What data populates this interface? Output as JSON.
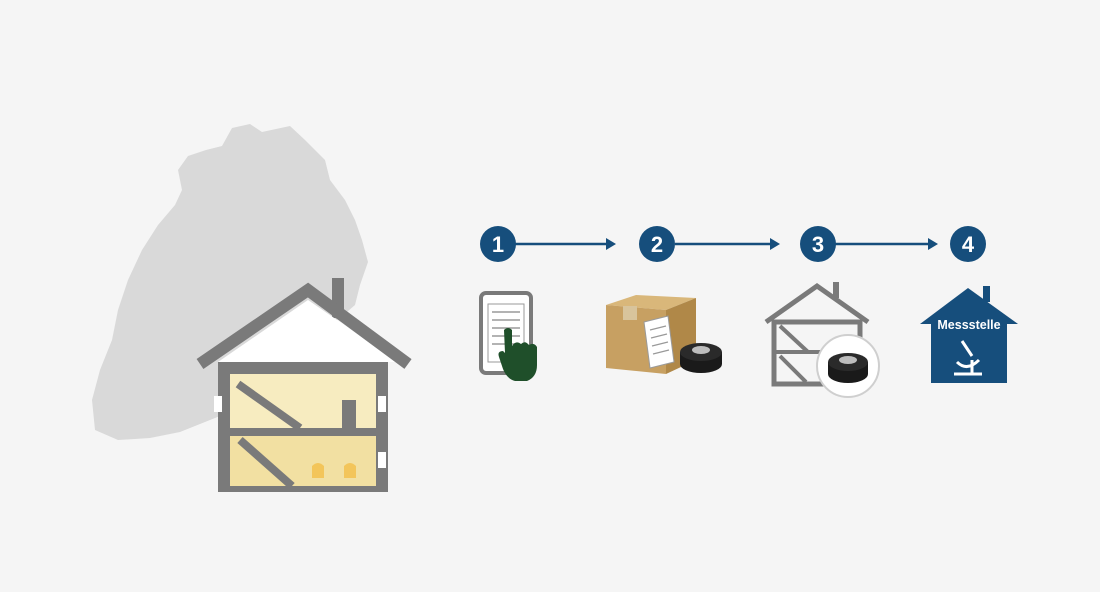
{
  "steps": [
    {
      "number": "1",
      "icon": "tablet-order-icon"
    },
    {
      "number": "2",
      "icon": "parcel-with-detector-icon"
    },
    {
      "number": "3",
      "icon": "house-with-detector-icon"
    },
    {
      "number": "4",
      "icon": "measuring-lab-icon"
    }
  ],
  "lab_label": "Messstelle",
  "colors": {
    "accent": "#164e7c",
    "map": "#d9d9d9",
    "house": "#7a7a7a",
    "floor": "#f5e8b4",
    "hand": "#1f4f2a",
    "box": "#c7a062"
  }
}
